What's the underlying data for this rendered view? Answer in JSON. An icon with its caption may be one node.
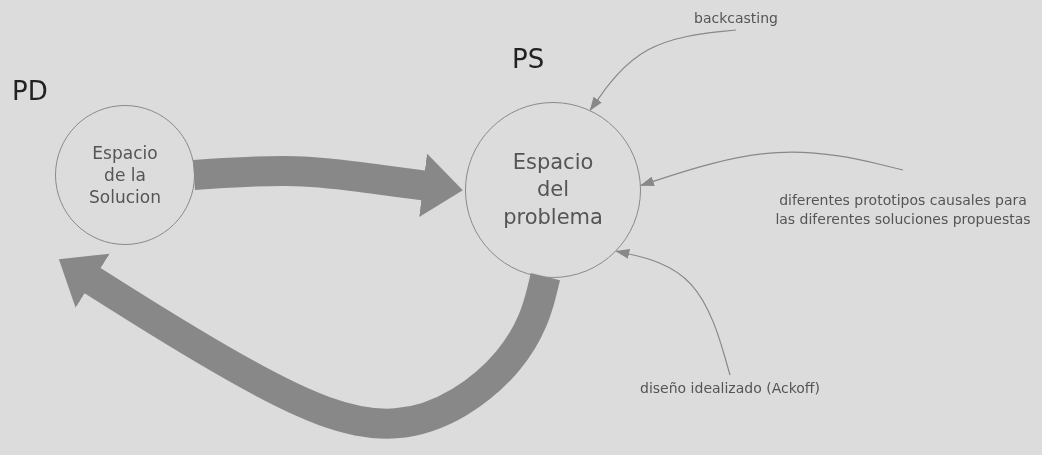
{
  "diagram": {
    "nodes": [
      {
        "text": [
          "Espacio de la Solucion"
        ],
        "beside": [
          "PD"
        ]
      },
      {
        "text": [
          "Espacio del problema"
        ],
        "beside": [
          "PS"
        ]
      },
      {
        "text": [
          "backcasting"
        ]
      },
      {
        "text": [
          "diferentes prototipos causales para las diferentes soluciones propuestas"
        ]
      },
      {
        "text": [
          "diseño idealizado (Ackoff)"
        ]
      }
    ],
    "edges": [
      {
        "from": 0,
        "to": 1,
        "arrow": "to",
        "style": "thick"
      },
      {
        "from": 1,
        "to": 0,
        "arrow": "to",
        "style": "thick"
      },
      {
        "from": 2,
        "to": 1,
        "arrow": "to"
      },
      {
        "from": 3,
        "to": 1,
        "arrow": "to"
      },
      {
        "from": 4,
        "to": 1,
        "arrow": "to"
      }
    ]
  }
}
